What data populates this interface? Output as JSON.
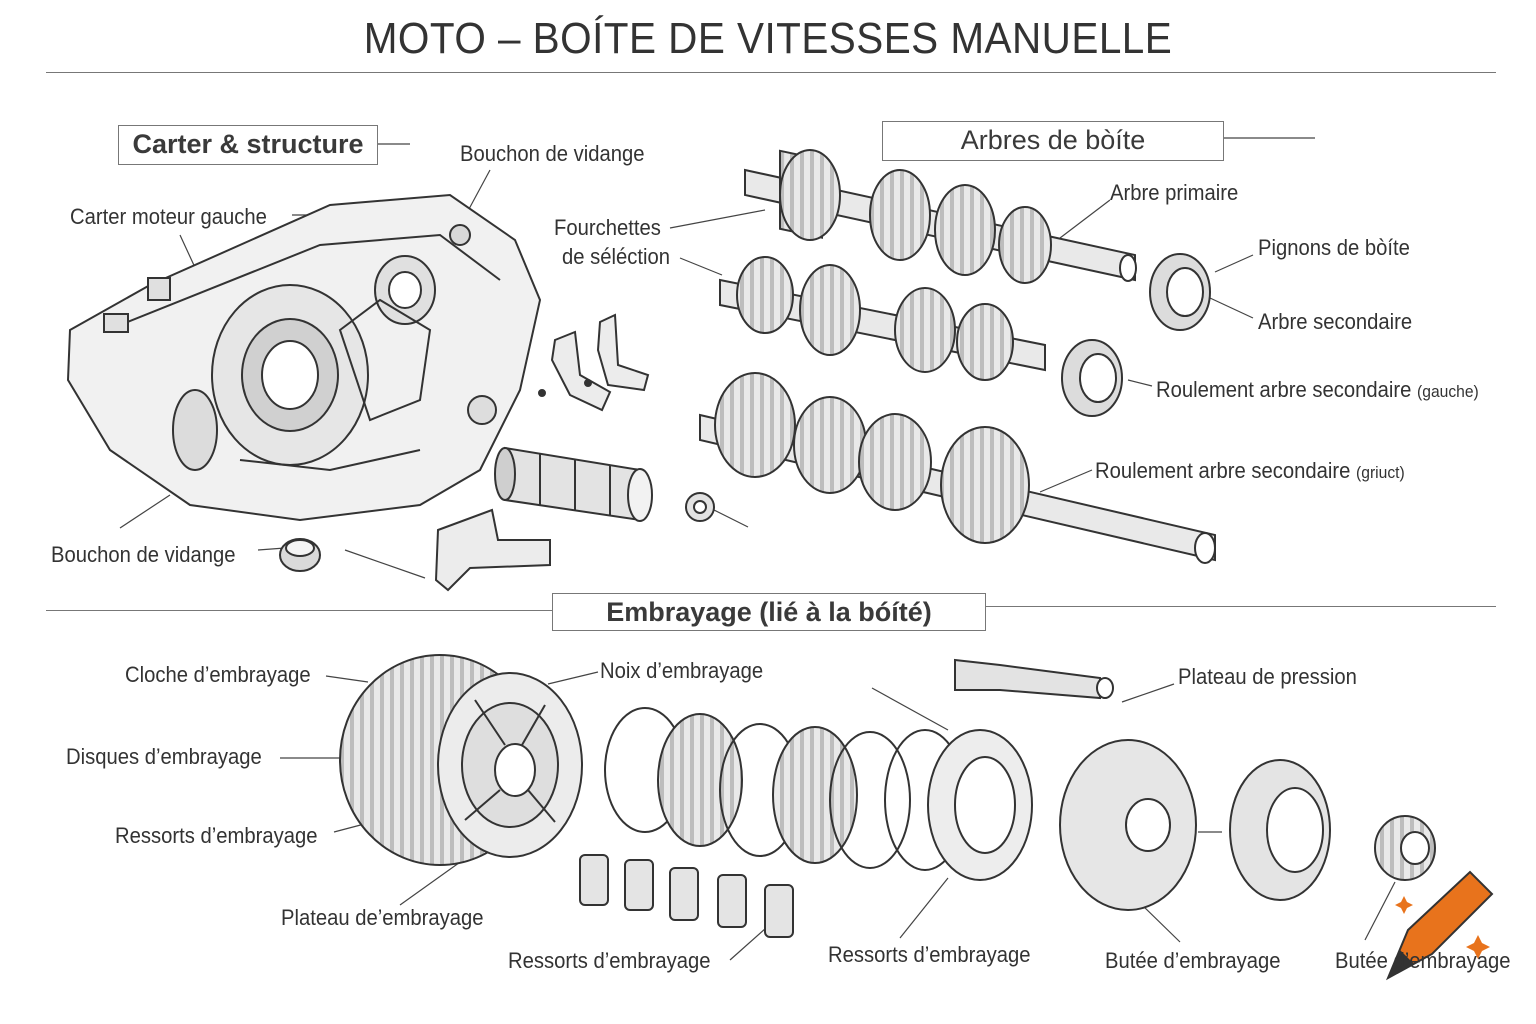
{
  "title": "MOTO – BOÍTE DE VITESSES MANUELLE",
  "sections": {
    "carter": "Carter & structure",
    "arbres": "Arbres de bòíte",
    "embrayage": "Embrayage (lié à la bóíté)"
  },
  "labels": {
    "bouchon_vidange_top": "Bouchon de vidange",
    "carter_moteur_gauche": "Carter moteur gauche",
    "fourchettes_1": "Fourchettes",
    "fourchettes_2": "de séléction",
    "bouchon_vidange_bottom": "Bouchon de vidange",
    "arbre_primaire": "Arbre primaire",
    "pignons_de_boite": "Pignons de bòíte",
    "arbre_secondaire": "Arbre secondaire",
    "roulement_gauche_main": "Roulement arbre secondaire",
    "roulement_gauche_suffix": "(gauche)",
    "roulement_droit_main": "Roulement arbre secondaire",
    "roulement_droit_suffix": "(griuct)",
    "cloche": "Cloche d’embrayage",
    "noix": "Noix d’embrayage",
    "plateau_pression": "Plateau de pression",
    "disques": "Disques d’embrayage",
    "ressorts_left": "Ressorts d’embrayage",
    "plateau_embrayage": "Plateau de’embrayage",
    "ressorts_bottom_1": "Ressorts d’embrayage",
    "ressorts_bottom_2": "Ressorts d’embrayage",
    "butee_1": "Butée d’embrayage",
    "butee_2": "Butée d’embrayage"
  },
  "colors": {
    "line": "#333333",
    "accent_icon": "#e8731c"
  },
  "icons": [
    "crayon-icon",
    "sparkle-icon"
  ]
}
